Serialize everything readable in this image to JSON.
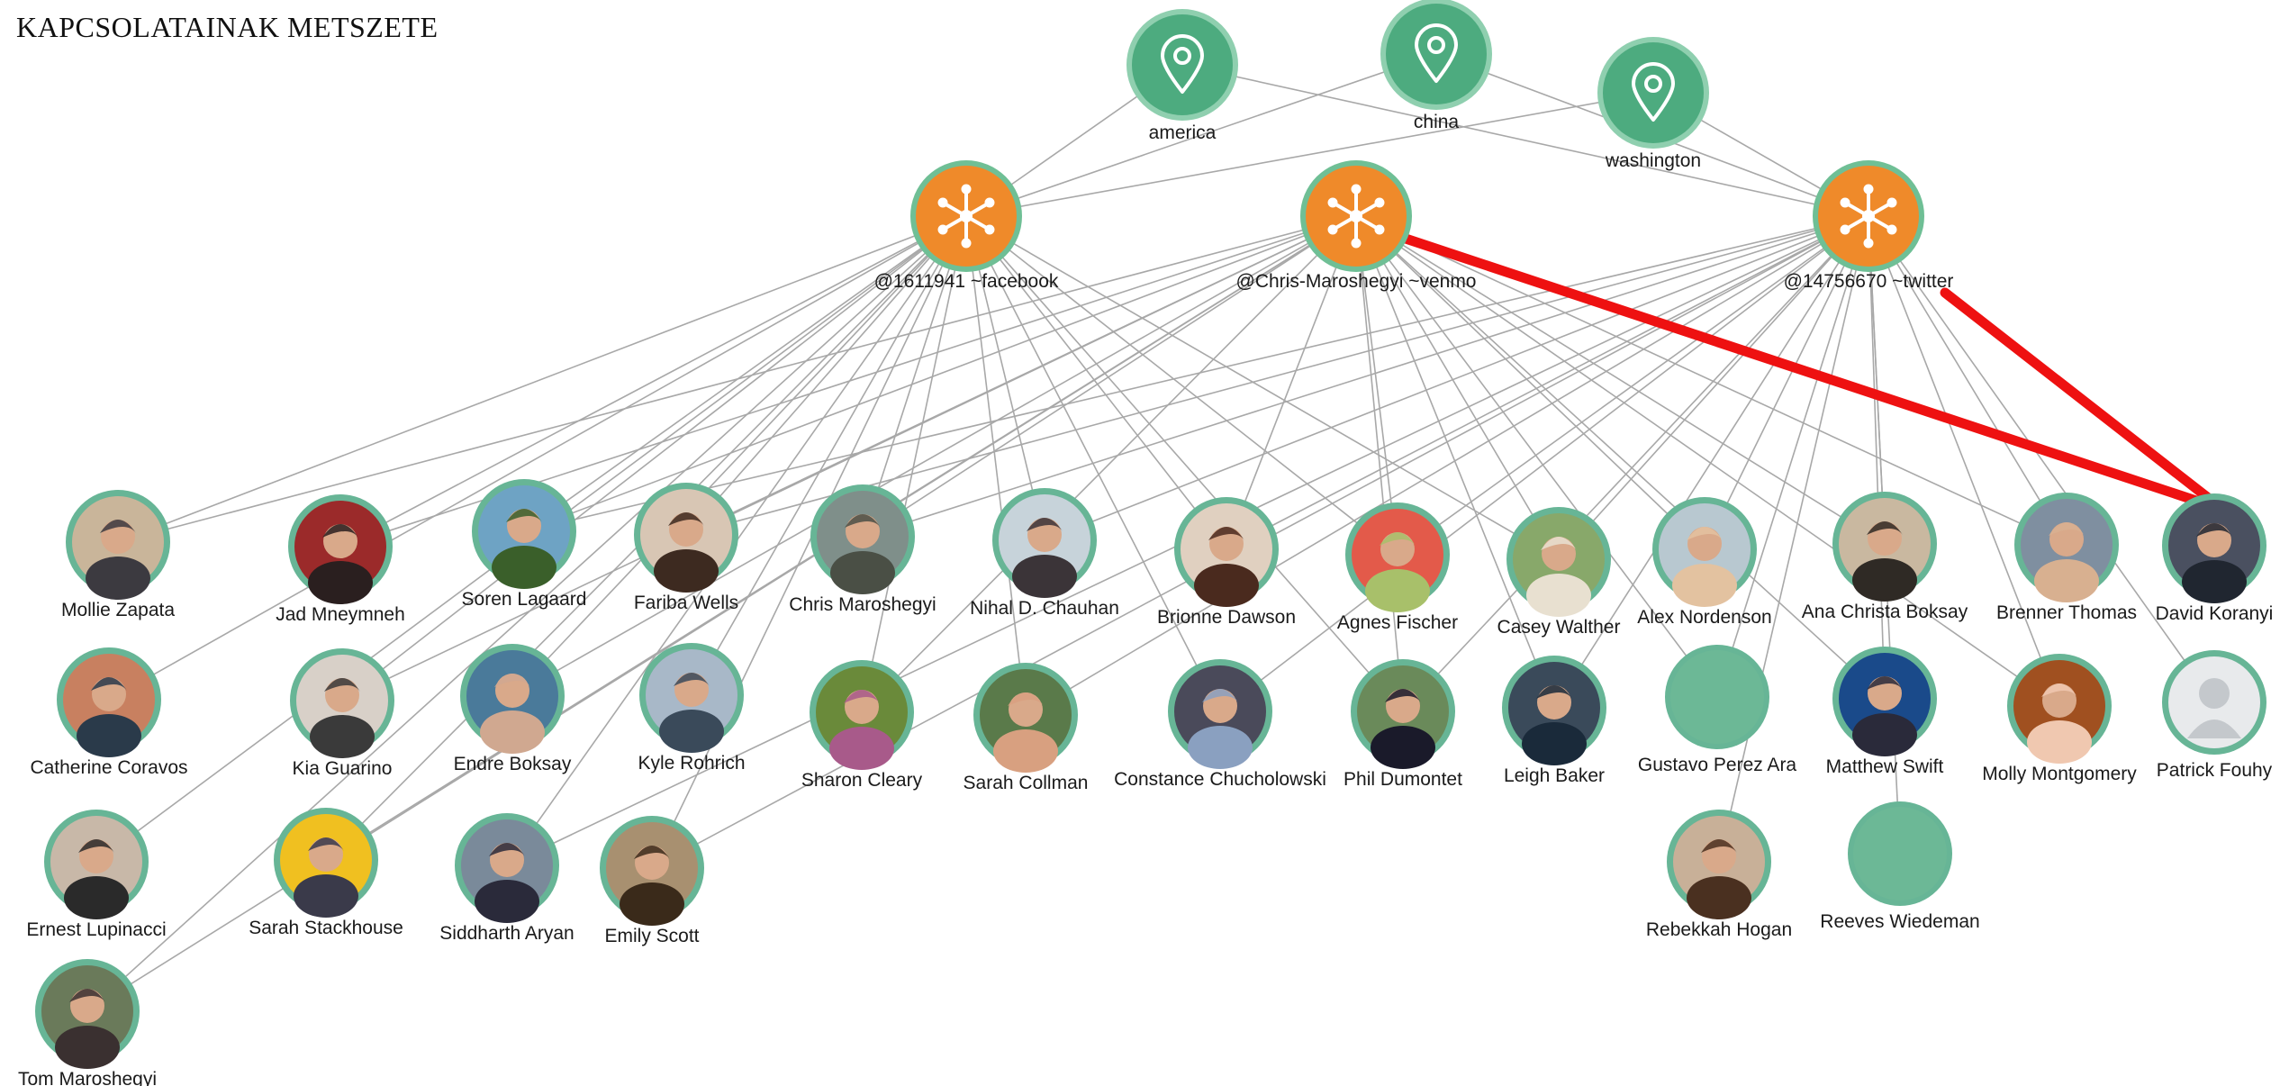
{
  "title": "KAPCSOLATAINAK METSZETE",
  "colors": {
    "location": "#4dab7f",
    "account": "#ef8a2a",
    "person_ring": "#67b596",
    "person_fill": "#6cb896",
    "edge": "#a8a8a8",
    "highlight": "#ee1111"
  },
  "locations": [
    {
      "id": "america",
      "label": "america",
      "icon": "map-pin-icon"
    },
    {
      "id": "china",
      "label": "china",
      "icon": "map-pin-icon"
    },
    {
      "id": "washington",
      "label": "washington",
      "icon": "map-pin-icon"
    }
  ],
  "accounts": [
    {
      "id": "fb",
      "label": "@1611941 ~facebook",
      "icon": "network-hub-icon"
    },
    {
      "id": "venmo",
      "label": "@Chris-Maroshegyi ~venmo",
      "icon": "network-hub-icon"
    },
    {
      "id": "tw",
      "label": "@14756670 ~twitter",
      "icon": "network-hub-icon"
    }
  ],
  "people": [
    {
      "id": "mollie",
      "label": "Mollie Zapata",
      "photo": true
    },
    {
      "id": "jad",
      "label": "Jad Mneymneh",
      "photo": true
    },
    {
      "id": "soren",
      "label": "Soren Lagaard",
      "photo": true
    },
    {
      "id": "fariba",
      "label": "Fariba Wells",
      "photo": true
    },
    {
      "id": "chris",
      "label": "Chris Maroshegyi",
      "photo": true
    },
    {
      "id": "nihal",
      "label": "Nihal D. Chauhan",
      "photo": true
    },
    {
      "id": "brionne",
      "label": "Brionne Dawson",
      "photo": true
    },
    {
      "id": "agnes",
      "label": "Agnes Fischer",
      "photo": true
    },
    {
      "id": "casey",
      "label": "Casey Walther",
      "photo": true
    },
    {
      "id": "alex",
      "label": "Alex Nordenson",
      "photo": true
    },
    {
      "id": "ana",
      "label": "Ana Christa Boksay",
      "photo": true
    },
    {
      "id": "brenner",
      "label": "Brenner Thomas",
      "photo": true
    },
    {
      "id": "david",
      "label": "David Koranyi",
      "photo": true
    },
    {
      "id": "catherine",
      "label": "Catherine Coravos",
      "photo": true
    },
    {
      "id": "kia",
      "label": "Kia Guarino",
      "photo": true
    },
    {
      "id": "endre",
      "label": "Endre Boksay",
      "photo": true
    },
    {
      "id": "kyle",
      "label": "Kyle Rohrich",
      "photo": true
    },
    {
      "id": "sharon",
      "label": "Sharon Cleary",
      "photo": true
    },
    {
      "id": "sarahc",
      "label": "Sarah Collman",
      "photo": true
    },
    {
      "id": "constance",
      "label": "Constance Chucholowski",
      "photo": true
    },
    {
      "id": "phil",
      "label": "Phil Dumontet",
      "photo": true
    },
    {
      "id": "leigh",
      "label": "Leigh Baker",
      "photo": true
    },
    {
      "id": "gustavo",
      "label": "Gustavo Perez Ara",
      "photo": false
    },
    {
      "id": "matthew",
      "label": "Matthew Swift",
      "photo": true
    },
    {
      "id": "molly",
      "label": "Molly Montgomery",
      "photo": true
    },
    {
      "id": "patrick",
      "label": "Patrick Fouhy",
      "photo": false,
      "placeholder": true
    },
    {
      "id": "ernest",
      "label": "Ernest Lupinacci",
      "photo": true
    },
    {
      "id": "sarahs",
      "label": "Sarah Stackhouse",
      "photo": true
    },
    {
      "id": "siddharth",
      "label": "Siddharth Aryan",
      "photo": true
    },
    {
      "id": "emily",
      "label": "Emily Scott",
      "photo": true
    },
    {
      "id": "rebekkah",
      "label": "Rebekkah Hogan",
      "photo": true
    },
    {
      "id": "reeves",
      "label": "Reeves Wiedeman",
      "photo": false
    },
    {
      "id": "tom",
      "label": "Tom Maroshegyi",
      "photo": true
    }
  ],
  "edges": [
    [
      "america",
      "fb"
    ],
    [
      "america",
      "tw"
    ],
    [
      "china",
      "fb"
    ],
    [
      "china",
      "tw"
    ],
    [
      "washington",
      "fb"
    ],
    [
      "washington",
      "tw"
    ],
    [
      "fb",
      "mollie"
    ],
    [
      "fb",
      "jad"
    ],
    [
      "fb",
      "soren"
    ],
    [
      "fb",
      "fariba"
    ],
    [
      "fb",
      "chris"
    ],
    [
      "fb",
      "nihal"
    ],
    [
      "fb",
      "brionne"
    ],
    [
      "fb",
      "agnes"
    ],
    [
      "fb",
      "casey"
    ],
    [
      "fb",
      "catherine"
    ],
    [
      "fb",
      "kia"
    ],
    [
      "fb",
      "endre"
    ],
    [
      "fb",
      "kyle"
    ],
    [
      "fb",
      "sharon"
    ],
    [
      "fb",
      "sarahc"
    ],
    [
      "fb",
      "constance"
    ],
    [
      "fb",
      "phil"
    ],
    [
      "fb",
      "ernest"
    ],
    [
      "fb",
      "sarahs"
    ],
    [
      "fb",
      "siddharth"
    ],
    [
      "fb",
      "emily"
    ],
    [
      "fb",
      "tom"
    ],
    [
      "venmo",
      "mollie"
    ],
    [
      "venmo",
      "jad"
    ],
    [
      "venmo",
      "soren"
    ],
    [
      "venmo",
      "fariba"
    ],
    [
      "venmo",
      "chris"
    ],
    [
      "venmo",
      "brionne"
    ],
    [
      "venmo",
      "agnes"
    ],
    [
      "venmo",
      "casey"
    ],
    [
      "venmo",
      "alex"
    ],
    [
      "venmo",
      "ana"
    ],
    [
      "venmo",
      "brenner"
    ],
    [
      "venmo",
      "kia"
    ],
    [
      "venmo",
      "endre"
    ],
    [
      "venmo",
      "sharon"
    ],
    [
      "venmo",
      "phil"
    ],
    [
      "venmo",
      "leigh"
    ],
    [
      "venmo",
      "gustavo"
    ],
    [
      "venmo",
      "matthew"
    ],
    [
      "venmo",
      "molly"
    ],
    [
      "venmo",
      "sarahs"
    ],
    [
      "venmo",
      "tom"
    ],
    [
      "tw",
      "soren"
    ],
    [
      "tw",
      "fariba"
    ],
    [
      "tw",
      "chris"
    ],
    [
      "tw",
      "nihal"
    ],
    [
      "tw",
      "brionne"
    ],
    [
      "tw",
      "agnes"
    ],
    [
      "tw",
      "casey"
    ],
    [
      "tw",
      "alex"
    ],
    [
      "tw",
      "ana"
    ],
    [
      "tw",
      "brenner"
    ],
    [
      "tw",
      "sarahc"
    ],
    [
      "tw",
      "constance"
    ],
    [
      "tw",
      "phil"
    ],
    [
      "tw",
      "leigh"
    ],
    [
      "tw",
      "gustavo"
    ],
    [
      "tw",
      "matthew"
    ],
    [
      "tw",
      "molly"
    ],
    [
      "tw",
      "patrick"
    ],
    [
      "tw",
      "rebekkah"
    ],
    [
      "tw",
      "reeves"
    ],
    [
      "tw",
      "siddharth"
    ],
    [
      "tw",
      "emily"
    ]
  ],
  "highlight_edges": [
    [
      "venmo",
      "david"
    ],
    [
      "tw",
      "david"
    ]
  ]
}
